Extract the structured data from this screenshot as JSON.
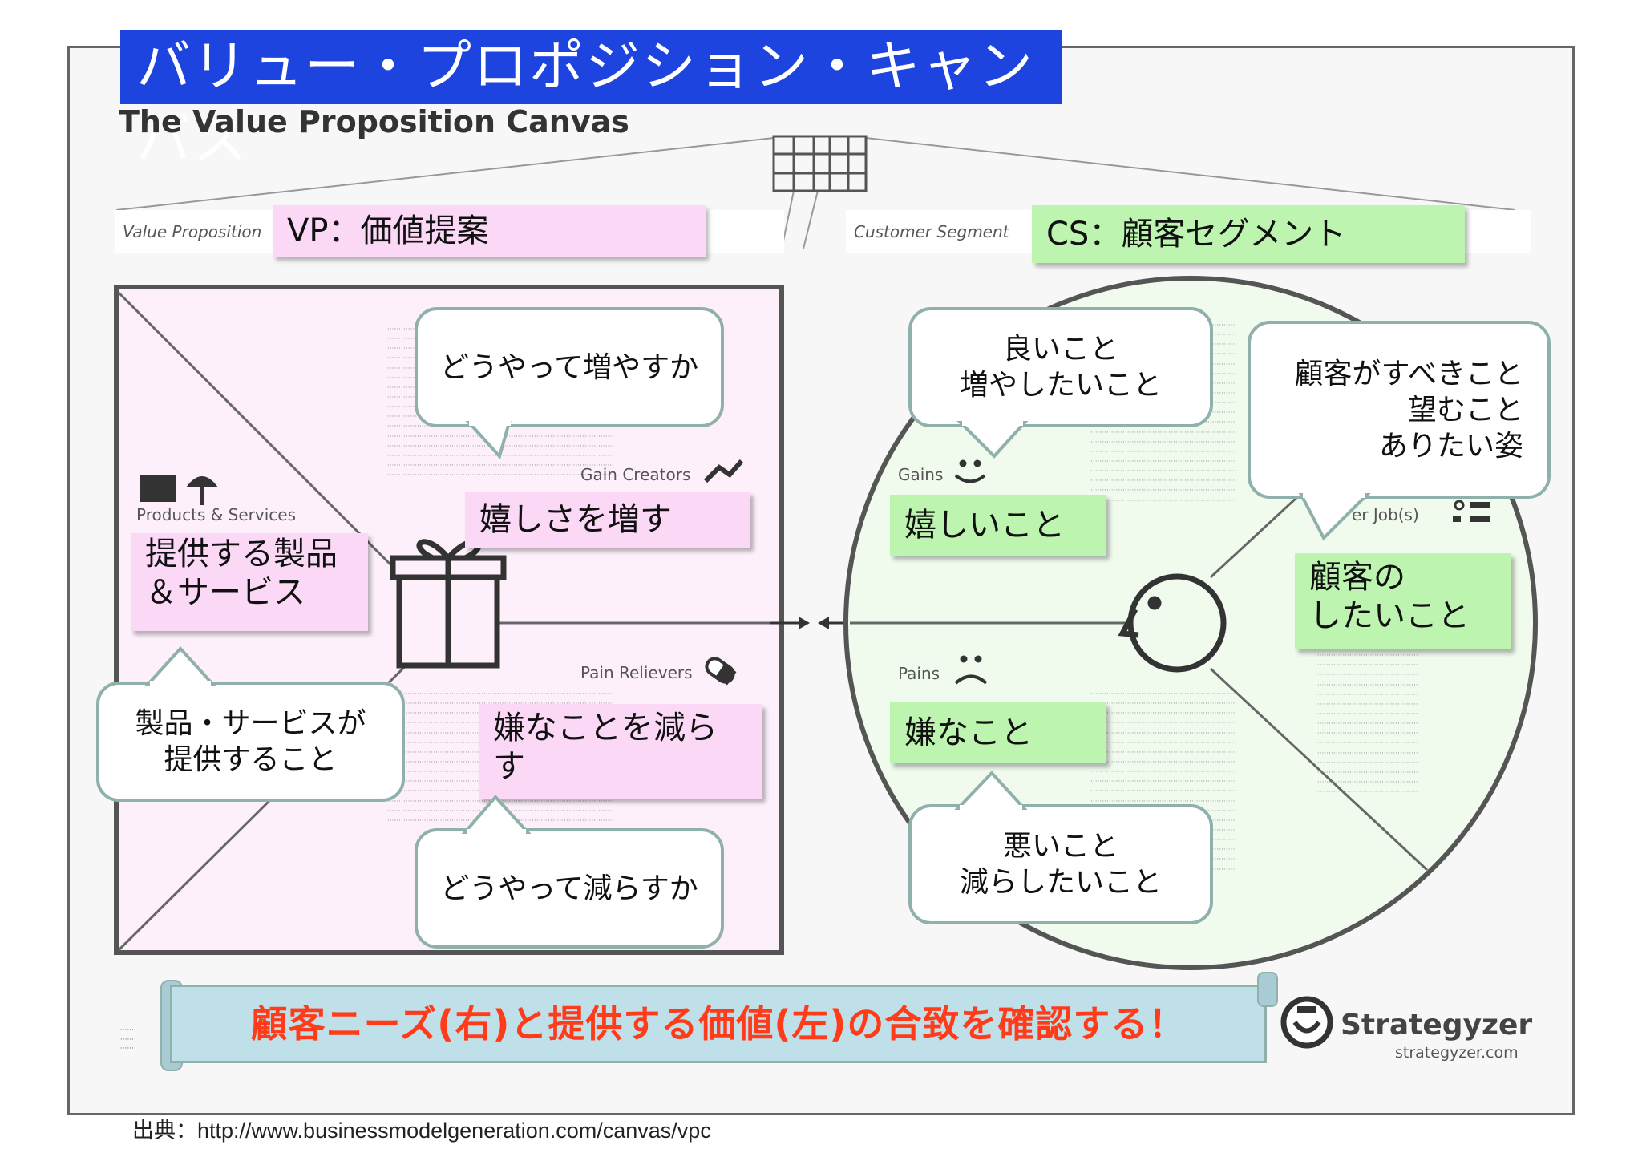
{
  "title": "バリュー・プロポジション・キャンバス",
  "canvas_title": "The Value Proposition Canvas",
  "value_proposition": {
    "section_label": "Value Proposition",
    "note": "VP：価値提案",
    "products_label": "Products & Services",
    "products_note": "提供する製品\n＆サービス",
    "products_bubble": "製品・サービスが\n提供すること",
    "gain_creators_label": "Gain Creators",
    "gain_creators_note": "嬉しさを増す",
    "gain_creators_bubble": "どうやって増やすか",
    "pain_relievers_label": "Pain Relievers",
    "pain_relievers_note": "嫌なことを減ら\nす",
    "pain_relievers_bubble": "どうやって減らすか"
  },
  "customer_segment": {
    "section_label": "Customer Segment",
    "note": "CS：顧客セグメント",
    "gains_label": "Gains",
    "gains_note": "嬉しいこと",
    "gains_bubble": "良いこと\n増やしたいこと",
    "pains_label": "Pains",
    "pains_note": "嫌なこと",
    "pains_bubble": "悪いこと\n減らしたいこと",
    "jobs_label": "Customer Job(s)",
    "jobs_visible_label": "er Job(s)",
    "jobs_note": "顧客の\nしたいこと",
    "jobs_bubble": "顧客がすべきこと\n望むこと\nありたい姿"
  },
  "banner": "顧客ニーズ(右)と提供する価値(左)の合致を確認する！",
  "source": "出典：http://www.businessmodelgeneration.com/canvas/vpc",
  "brand": {
    "name": "Strategyzer",
    "url": "strategyzer.com"
  },
  "colors": {
    "title_bg": "#1e44e0",
    "pink_note": "#fbd9f6",
    "green_note": "#bdf5b0",
    "banner_text": "#ff3b1a",
    "banner_bg": "#bfe0e8",
    "bubble_border": "#8fb0ab"
  },
  "icons": [
    "gift-icon",
    "smiley-icon",
    "frown-icon",
    "face-icon",
    "trend-up-icon",
    "pill-icon",
    "checklist-icon",
    "strategyzer-logo-icon"
  ]
}
